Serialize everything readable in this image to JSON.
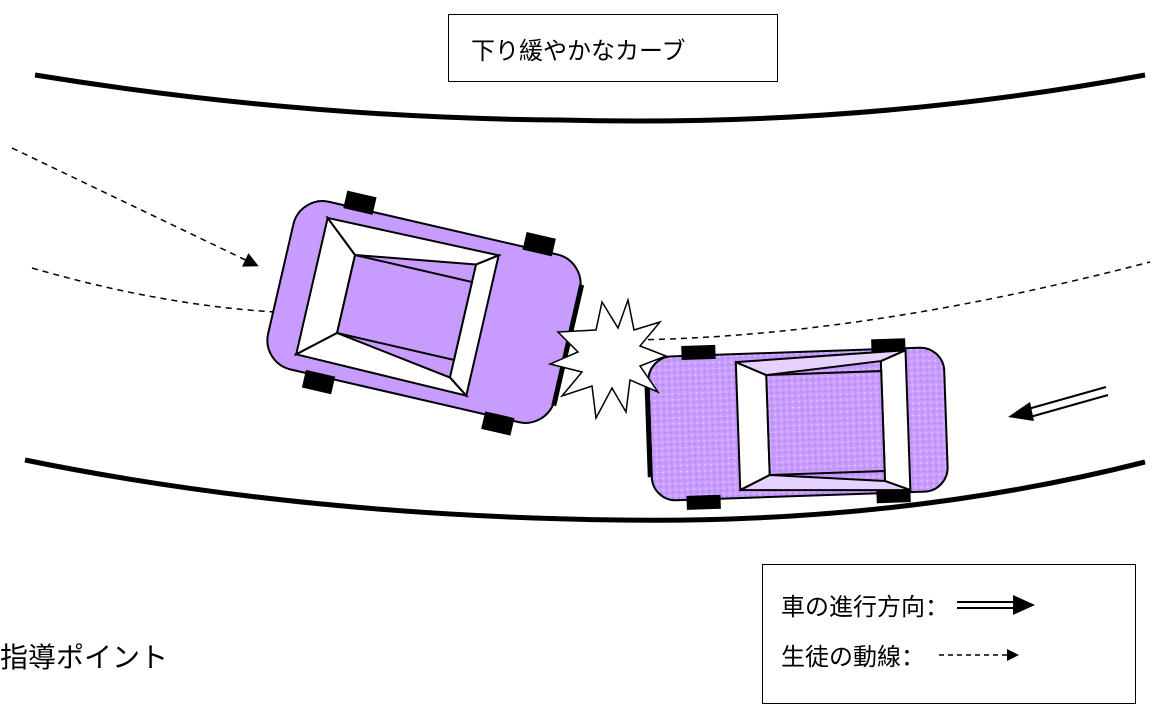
{
  "road": {
    "label": "下り緩やかなカーブ"
  },
  "section_heading": "指導ポイント",
  "legend": {
    "car_direction_label": "車の進行方向：",
    "student_path_label": "生徒の動線："
  },
  "colors": {
    "car_body": "#c89bff",
    "car_outline": "#000000",
    "car_window": "#ffffff",
    "tire": "#000000",
    "line": "#000000"
  }
}
